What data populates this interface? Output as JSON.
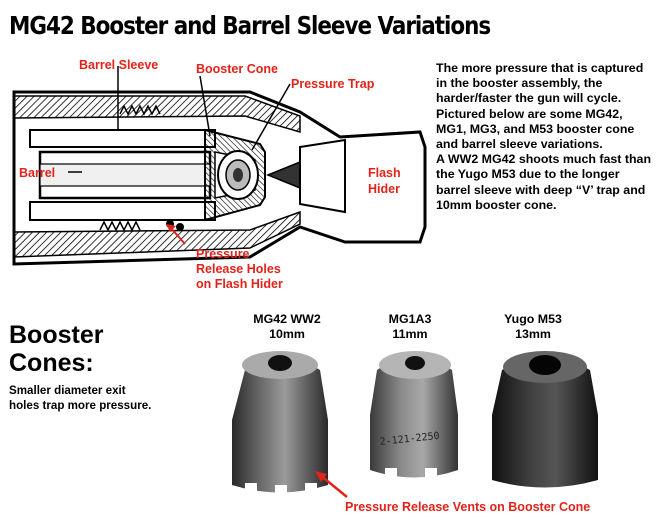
{
  "title": "MG42 Booster and Barrel Sleeve Variations",
  "diagram": {
    "labels": {
      "barrel_sleeve": "Barrel Sleeve",
      "booster_cone": "Booster Cone",
      "pressure_trap": "Pressure Trap",
      "barrel": "Barrel",
      "flash_hider_1": "Flash",
      "flash_hider_2": "Hider",
      "release_holes_1": "Pressure",
      "release_holes_2": "Release Holes",
      "release_holes_3": "on Flash Hider"
    }
  },
  "description": {
    "paragraph1": "The more pressure that is captured in the booster assembly, the harder/faster the gun will cycle.  Pictured below are some MG42, MG1, MG3, and M53 booster cone and barrel sleeve variations.",
    "paragraph2": "A WW2 MG42 shoots much fast than the Yugo M53 due to the longer barrel sleeve with deep “V’ trap and 10mm booster cone."
  },
  "booster_cones": {
    "title_line1": "Booster",
    "title_line2": "Cones:",
    "subtitle_line1": "Smaller diameter exit",
    "subtitle_line2": "holes trap more pressure."
  },
  "cones": [
    {
      "name": "MG42 WW2",
      "size": "10mm"
    },
    {
      "name": "MG1A3",
      "size": "11mm",
      "marking": "2-121-2250"
    },
    {
      "name": "Yugo M53",
      "size": "13mm"
    }
  ],
  "vent_label": "Pressure Release Vents on Booster Cone",
  "colors": {
    "accent_red": "#e2231a",
    "text": "#000000"
  }
}
